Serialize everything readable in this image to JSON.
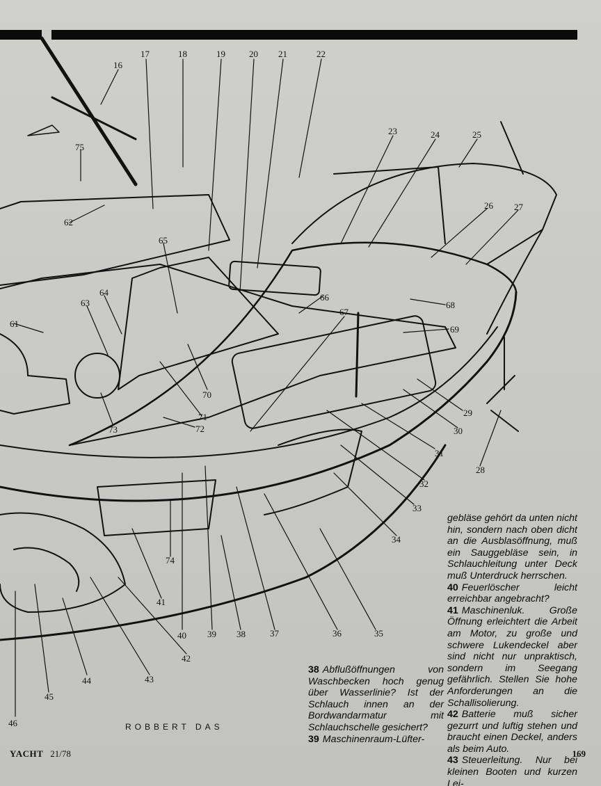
{
  "illustration": {
    "callouts": [
      "16",
      "17",
      "18",
      "19",
      "20",
      "21",
      "22",
      "23",
      "24",
      "25",
      "26",
      "27",
      "28",
      "29",
      "30",
      "31",
      "32",
      "33",
      "34",
      "35",
      "36",
      "37",
      "38",
      "39",
      "40",
      "41",
      "42",
      "43",
      "44",
      "45",
      "46",
      "61",
      "62",
      "63",
      "64",
      "65",
      "66",
      "67",
      "68",
      "69",
      "70",
      "71",
      "72",
      "73",
      "74",
      "75"
    ],
    "signature": "ROBBERT DAS"
  },
  "text_left": {
    "items": [
      {
        "num": "38",
        "text": "Abflußöffnungen von Waschbecken hoch genug über Wasserlinie? Ist der Schlauch innen an der Bordwandarmatur mit Schlauchschelle gesichert?"
      },
      {
        "num": "39",
        "text": "Maschinenraum-Lüfter-"
      }
    ]
  },
  "text_right": {
    "lead": "gebläse gehört da unten nicht hin, sondern nach oben dicht an die Ausblasöffnung, muß ein Sauggebläse sein, in Schlauchleitung unter Deck muß Unterdruck herrschen.",
    "items": [
      {
        "num": "40",
        "text": "Feuerlöscher leicht erreichbar angebracht?"
      },
      {
        "num": "41",
        "text": "Maschinenluk. Große Öffnung erleichtert die Arbeit am Motor, zu große und schwere Lukendeckel aber sind nicht nur unpraktisch, sondern im Seegang gefährlich. Stellen Sie hohe Anforderungen an die Schallisolierung."
      },
      {
        "num": "42",
        "text": "Batterie muß sicher gezurrt und luftig stehen und braucht einen Deckel, anders als beim Auto."
      },
      {
        "num": "43",
        "text": "Steuerleitung. Nur bei kleinen Booten und kurzen Lei-"
      }
    ]
  },
  "footer": {
    "magazine": "YACHT",
    "issue": "21/78",
    "page_number": "169"
  }
}
